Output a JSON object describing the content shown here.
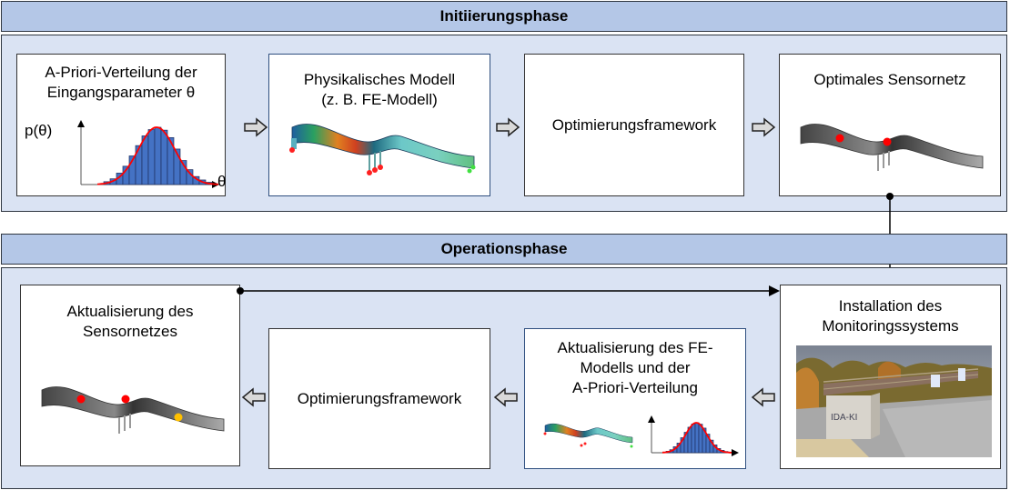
{
  "phases": {
    "initiation": {
      "title": "Initiierungsphase",
      "boxes": [
        {
          "id": "prior",
          "title_lines": [
            "A-Priori-Verteilung der",
            "Eingangsparameter θ"
          ],
          "y_label": "p(θ)",
          "x_label": "θ"
        },
        {
          "id": "physical-model",
          "title_lines": [
            "Physikalisches Modell",
            "(z. B. FE-Modell)"
          ]
        },
        {
          "id": "optimization",
          "title": "Optimierungsframework"
        },
        {
          "id": "optimal-sensor-net",
          "title": "Optimales Sensornetz"
        }
      ]
    },
    "operation": {
      "title": "Operationsphase",
      "boxes": [
        {
          "id": "update-sensor-net",
          "title_lines": [
            "Aktualisierung des",
            "Sensornetzes"
          ]
        },
        {
          "id": "optimization-2",
          "title": "Optimierungsframework"
        },
        {
          "id": "update-fe",
          "title_lines": [
            "Aktualisierung des FE-",
            "Modells und der",
            "A-Priori-Verteilung"
          ]
        },
        {
          "id": "installation",
          "title_lines": [
            "Installation des",
            "Monitoringssystems"
          ],
          "photo_sign": "IDA-KI"
        }
      ]
    }
  },
  "histogram": {
    "bar_heights": [
      0.05,
      0.1,
      0.2,
      0.32,
      0.5,
      0.68,
      0.85,
      0.96,
      1.0,
      0.95,
      0.82,
      0.62,
      0.42,
      0.26,
      0.14,
      0.08,
      0.04
    ],
    "bar_color": "#4472c4",
    "curve_color": "#ff0000"
  },
  "sensors": {
    "optimal": [
      "#ff0000",
      "#ff0000"
    ],
    "updated": [
      "#ff0000",
      "#ff0000",
      "#ffc000"
    ]
  },
  "colors": {
    "phase_header": "#b4c7e7",
    "phase_body": "#dae3f3",
    "arrow_fill": "#d9d9d9"
  }
}
